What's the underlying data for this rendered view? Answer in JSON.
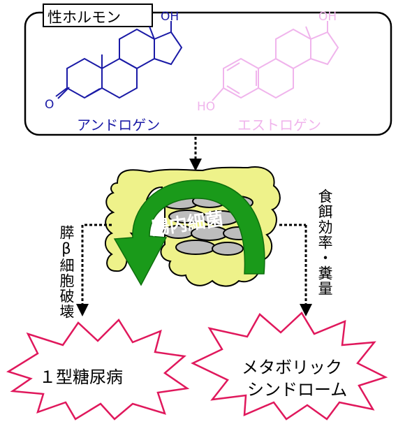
{
  "hormone_box": {
    "title": "性ホルモン",
    "androgen": {
      "label": "アンドロゲン",
      "substituents": {
        "hydroxyl": "OH",
        "ketone": "O",
        "methyl": "CH3"
      },
      "color": "#1a1aa6"
    },
    "estrogen": {
      "label": "エストロゲン",
      "substituents": {
        "hydroxyl_17": "OH",
        "hydroxyl_3": "HO"
      },
      "color": "#f0b4ec"
    }
  },
  "center": {
    "label": "腸内細菌",
    "intestine_color": "#eef28a",
    "bacteria_color": "#bdbdbd",
    "arrow_color": "#1a9a1a"
  },
  "left_path": {
    "label": "膵β細胞破壊"
  },
  "right_path": {
    "label": "食餌効率・糞量"
  },
  "outcomes": {
    "left": {
      "label": "１型糖尿病"
    },
    "right": {
      "line1": "メタボリック",
      "line2": "シンドローム"
    }
  },
  "colors": {
    "burst_outline": "#e0185c",
    "box_outline": "#000000"
  }
}
